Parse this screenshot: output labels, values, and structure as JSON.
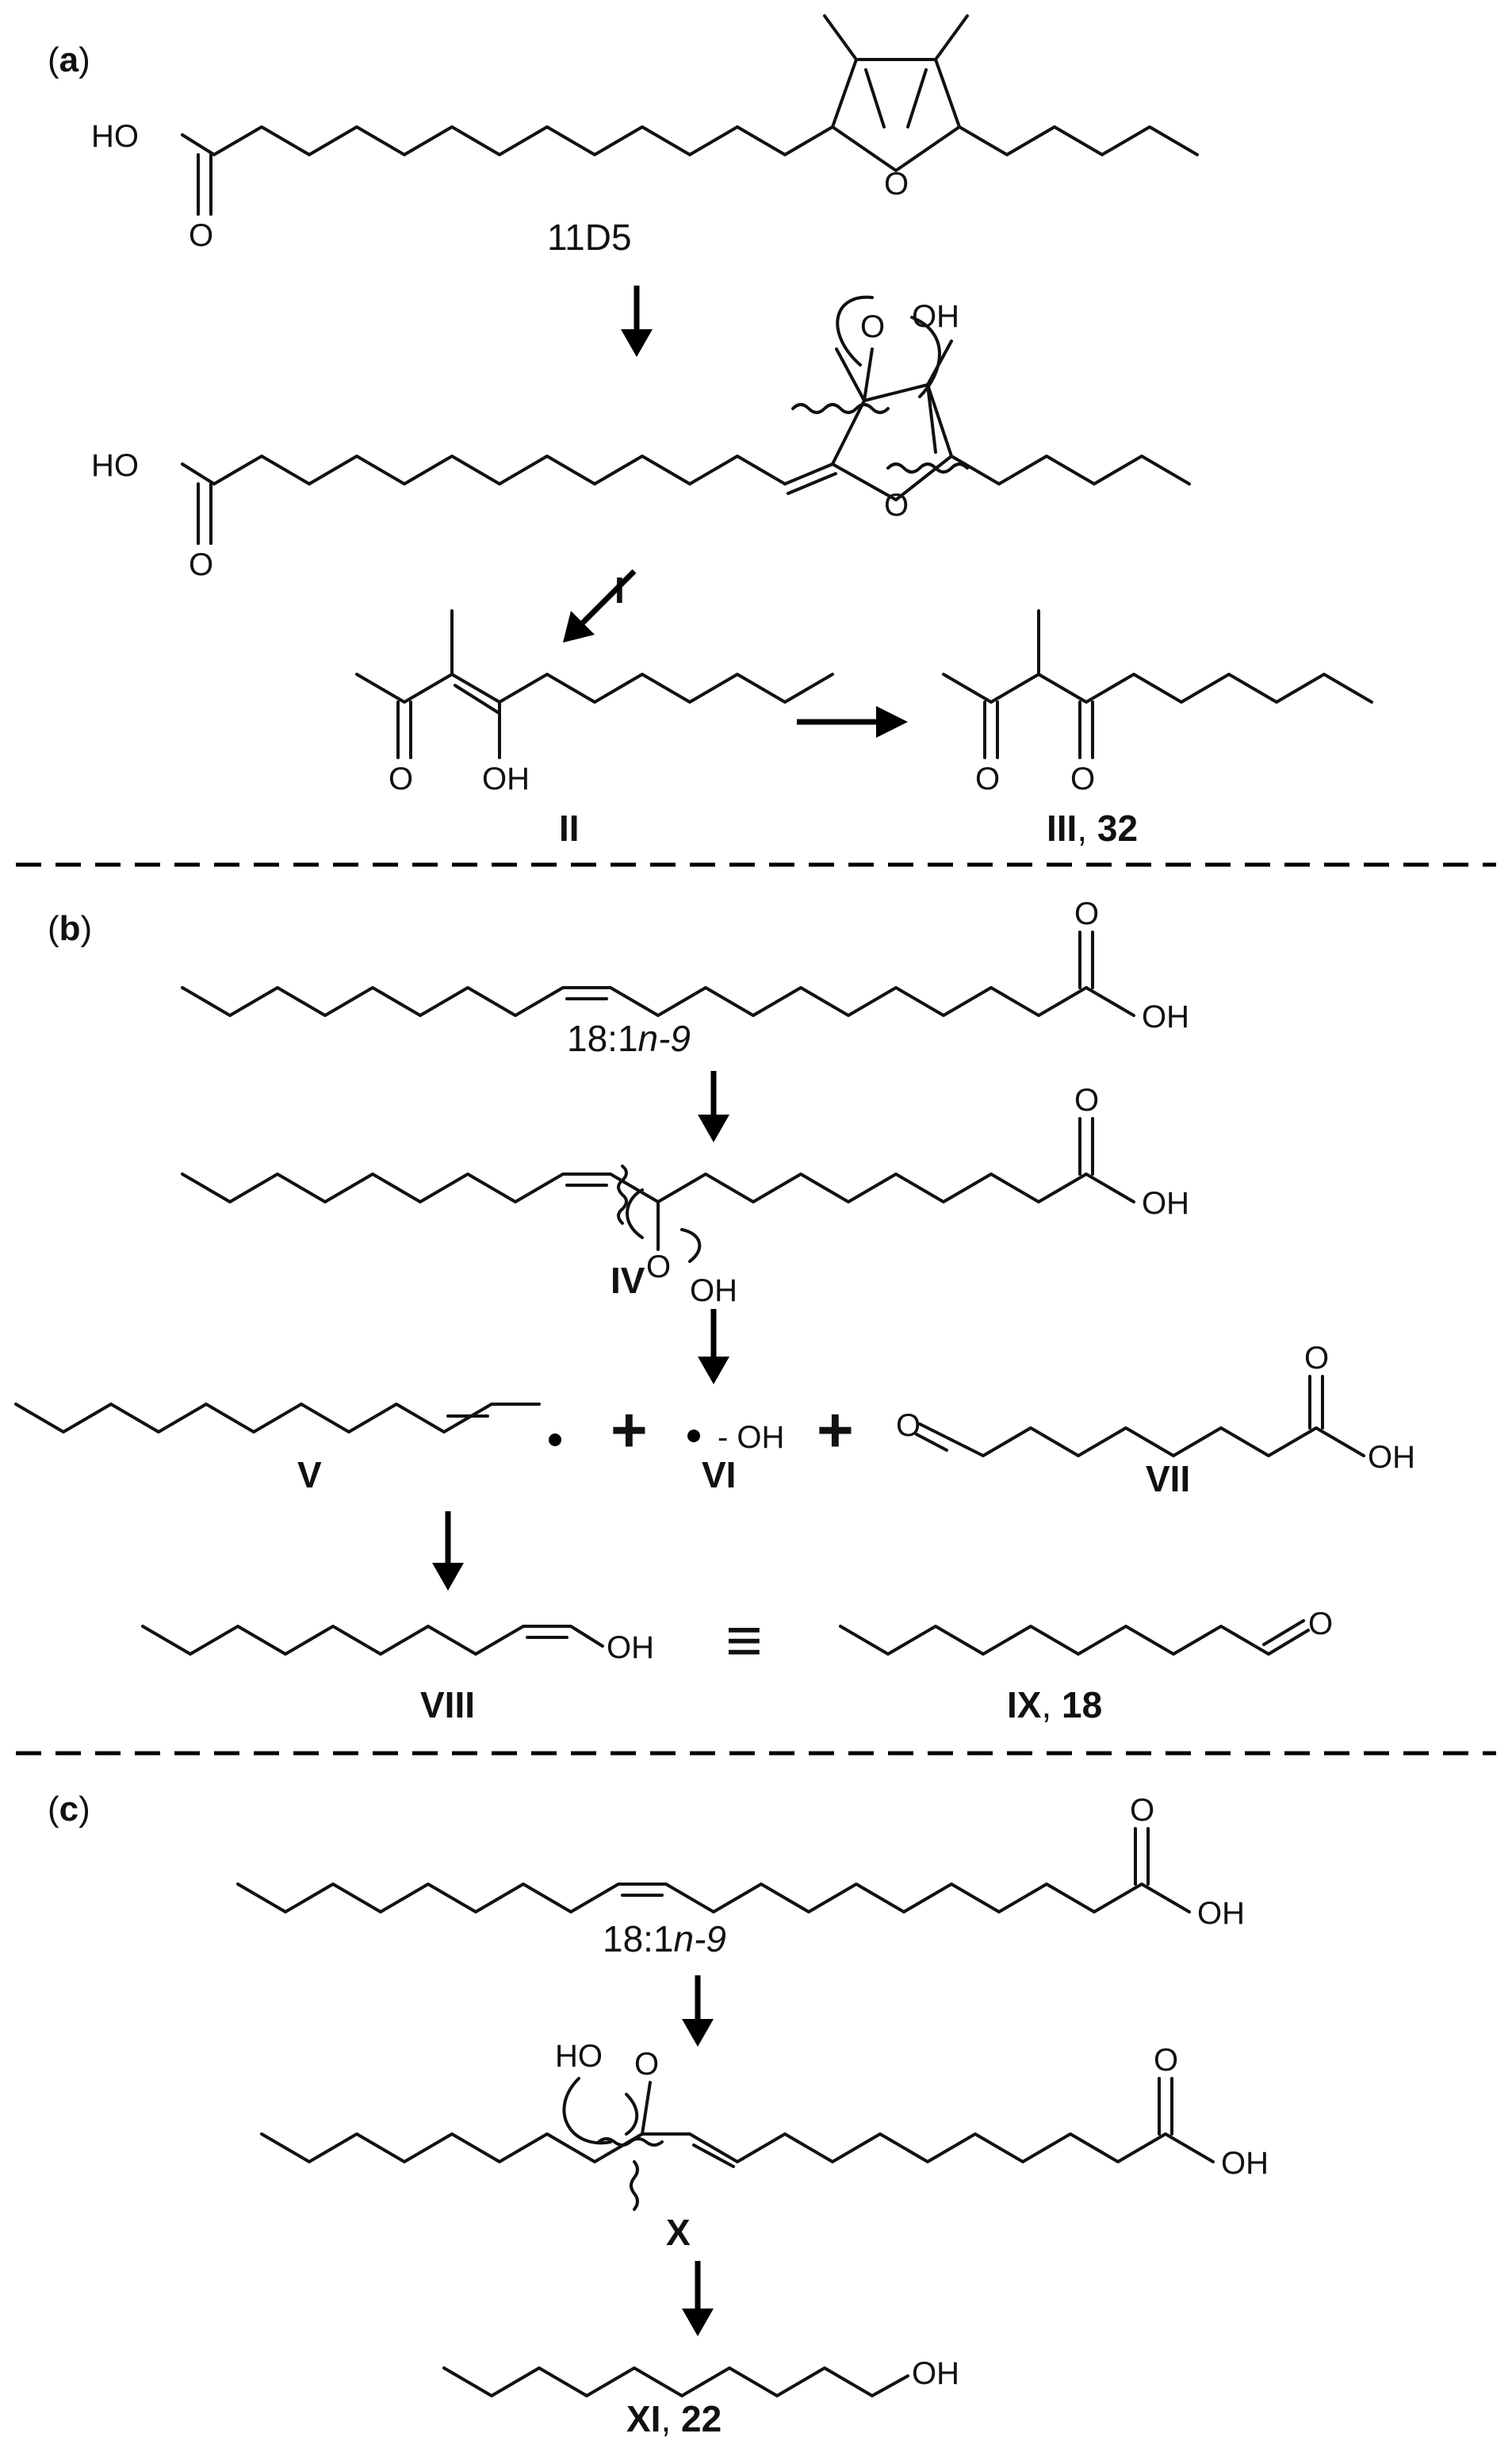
{
  "panels": {
    "a": {
      "tag": "a",
      "start_label": "11D5",
      "atoms": {
        "ho": "HO",
        "o": "O",
        "ring_o": "O",
        "oh": "OH"
      },
      "intermediates": {
        "i": "I",
        "ii": "II"
      },
      "product": {
        "roman": "III",
        "number": "32"
      }
    },
    "b": {
      "tag": "b",
      "start_label_prefix": "18:1",
      "start_label_italic": "n-9",
      "atoms": {
        "o": "O",
        "oh": "OH",
        "ho": "OH",
        "hydroxyl_radical": "- OH"
      },
      "intermediates": {
        "iv": "IV",
        "v": "V",
        "vi": "VI",
        "vii": "VII",
        "viii": "VIII"
      },
      "product": {
        "roman": "IX",
        "number": "18"
      },
      "plus": "+",
      "equiv": "≡"
    },
    "c": {
      "tag": "c",
      "start_label_prefix": "18:1",
      "start_label_italic": "n-9",
      "atoms": {
        "o": "O",
        "oh": "OH",
        "ho": "HO"
      },
      "intermediates": {
        "x": "X"
      },
      "product": {
        "roman": "XI",
        "number": "22"
      }
    }
  },
  "separator_comma": ", "
}
